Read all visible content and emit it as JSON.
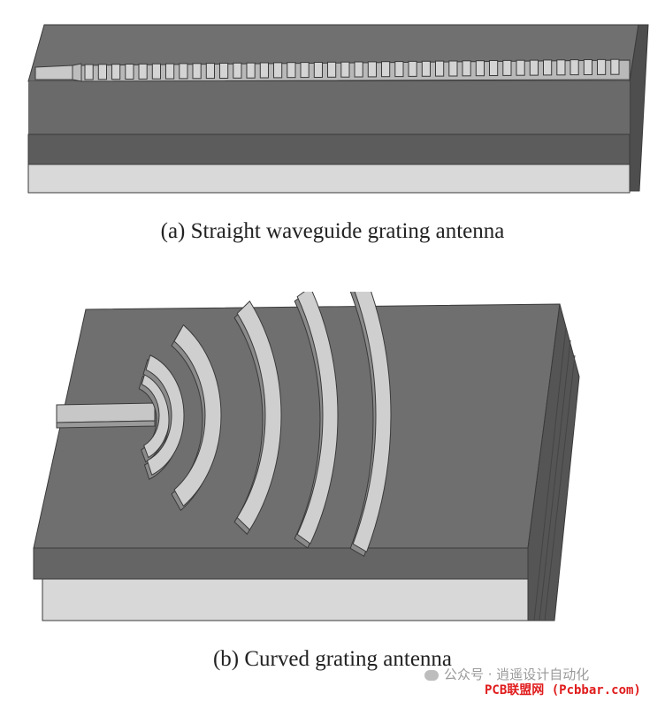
{
  "figure_a": {
    "caption": "(a) Straight waveguide grating antenna"
  },
  "figure_b": {
    "caption": "(b) Curved grating antenna"
  },
  "watermark": {
    "text": "公众号 · 逍遥设计自动化"
  },
  "site_label": {
    "text": "PCB联盟网 (Pcbbar.com)"
  },
  "colors": {
    "slab_top": "#6e6e6e",
    "slab_side": "#5e5e5e",
    "slab_dark_side": "#4e4e4e",
    "substrate": "#d8d8d8",
    "grating": "#cfcfcf",
    "edge": "#3a3a3a"
  }
}
